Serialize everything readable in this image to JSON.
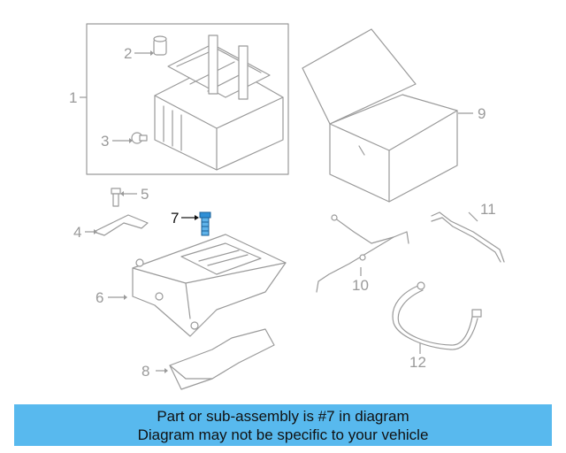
{
  "diagram": {
    "callouts": {
      "c1": "1",
      "c2": "2",
      "c3": "3",
      "c4": "4",
      "c5": "5",
      "c6": "6",
      "c7": "7",
      "c8": "8",
      "c9": "9",
      "c10": "10",
      "c11": "11",
      "c12": "12"
    },
    "highlighted_part": "7",
    "colors": {
      "line": "#9a9a9a",
      "highlight_part": "#2f8fd6",
      "highlight_text": "#111111",
      "banner": "#58b9ee"
    }
  },
  "banner": {
    "line1": "Part or sub-assembly is #7 in diagram",
    "line2": "Diagram may not be specific to your vehicle"
  }
}
